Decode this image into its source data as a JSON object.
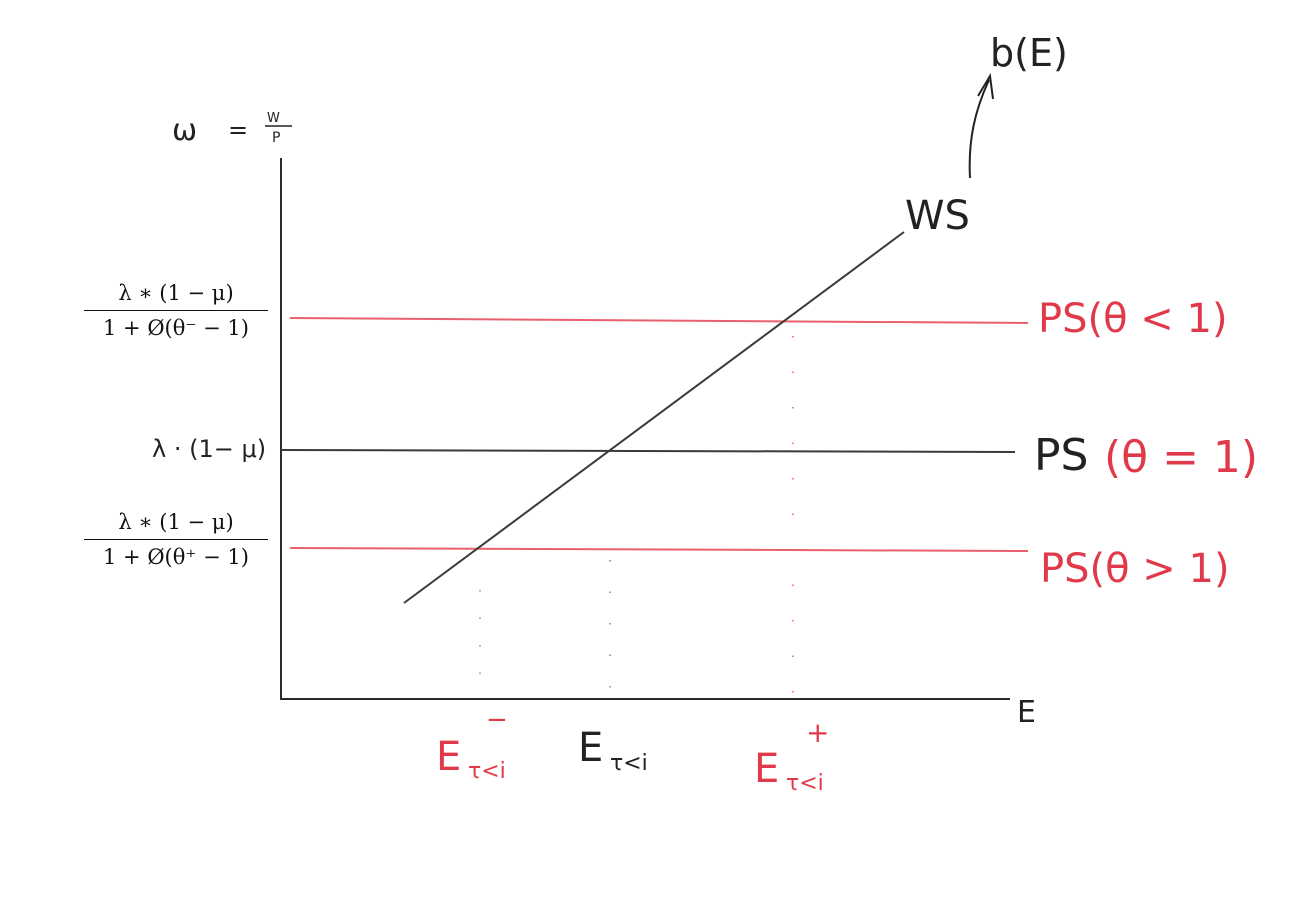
{
  "colors": {
    "axis": "#2b2b2b",
    "red": "#e03a4a",
    "black": "#222222"
  },
  "y_axis_label": {
    "lhs": "ω",
    "eq": "=",
    "num": "W",
    "den": "P"
  },
  "x_axis_label": "E",
  "ticks": {
    "upper": {
      "num": "λ ∗ (1 − μ)",
      "den": "1 + Ø(θ⁻ − 1)"
    },
    "middle": "λ · (1− μ)",
    "lower": {
      "num": "λ ∗ (1 − μ)",
      "den": "1 + Ø(θ⁺ − 1)"
    }
  },
  "curves": {
    "ws": "WS",
    "ws_annotation": "b(E)",
    "ps_low_theta": "PS(θ < 1)",
    "ps_mid_theta": {
      "ps": "PS",
      "theta": "(θ = 1)"
    },
    "ps_high_theta": "PS(θ > 1)"
  },
  "x_ticks": {
    "minus": {
      "base": "E",
      "sub": "τ<i",
      "sup": "−"
    },
    "zero": {
      "base": "E",
      "sub": "τ<i"
    },
    "plus": {
      "base": "E",
      "sub": "τ<i",
      "sup": "+"
    }
  }
}
